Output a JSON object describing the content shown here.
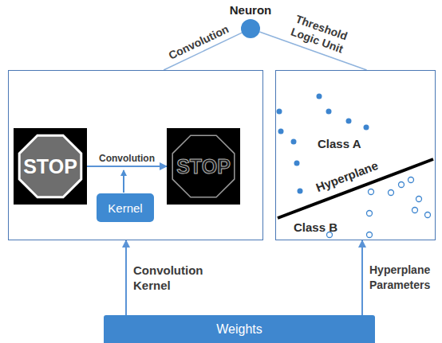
{
  "diagram": {
    "nodes": [
      {
        "text": [
          "Neuron"
        ]
      },
      {
        "text": []
      },
      {
        "text": [
          "STOP"
        ],
        "in": 1
      },
      {
        "text": [
          "STOP"
        ],
        "in": 1
      },
      {
        "text": [
          "Kernel"
        ],
        "in": 1
      },
      {
        "text": []
      },
      {
        "text": [
          "Weights"
        ]
      }
    ],
    "edges": [
      {
        "from": 0,
        "to": 1,
        "arrow": "none",
        "label": "Convolution"
      },
      {
        "from": 0,
        "to": 5,
        "arrow": "none",
        "label": "Threshold Logic Unit"
      },
      {
        "from": 2,
        "to": 3,
        "arrow": "to",
        "label": "Convolution"
      },
      {
        "from": 6,
        "to": 1,
        "arrow": "to",
        "label": "Convolution Kernel"
      },
      {
        "from": 6,
        "to": 5,
        "arrow": "to",
        "label": "Hyperplane Parameters"
      }
    ],
    "labels": [
      "Class A",
      "Class B",
      "Hyperplane"
    ]
  }
}
